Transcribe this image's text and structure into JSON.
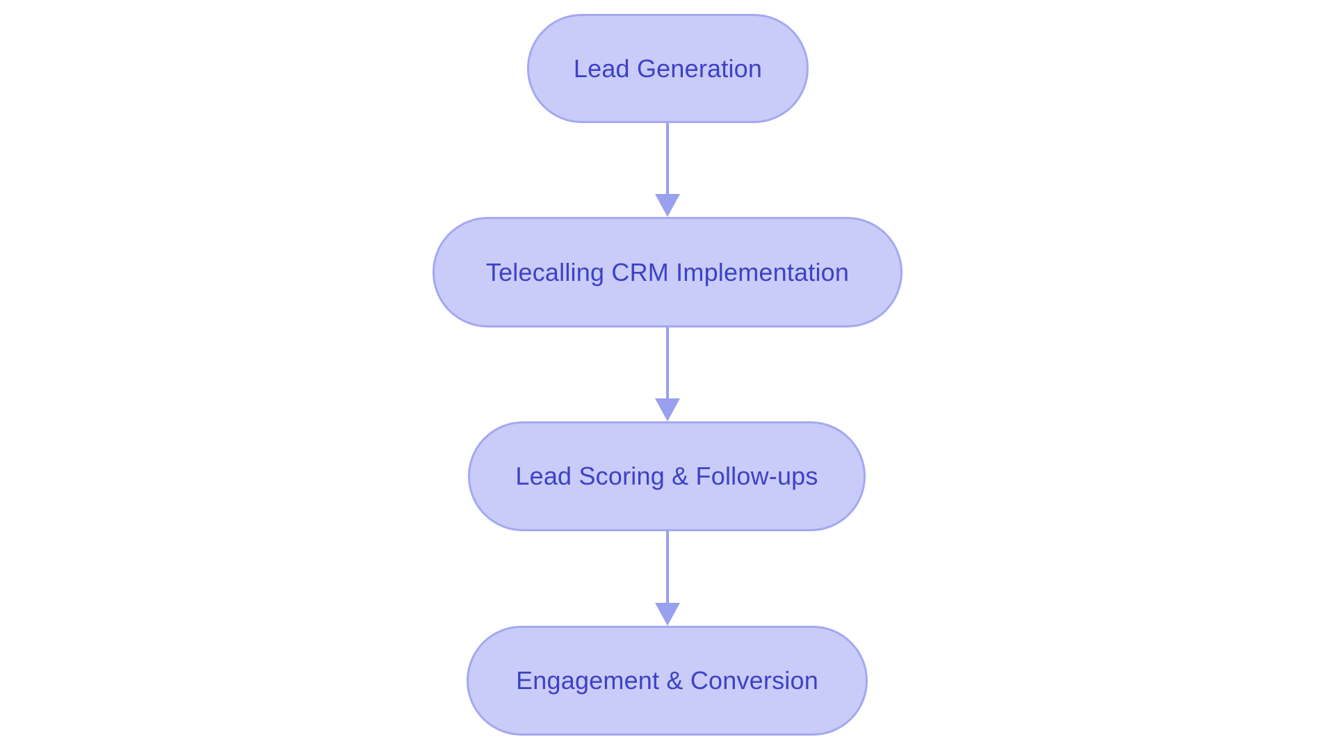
{
  "diagram": {
    "type": "flowchart",
    "direction": "top-down",
    "nodes": [
      {
        "id": "lead-generation",
        "label": "Lead Generation",
        "shape": "stadium"
      },
      {
        "id": "telecalling-crm-implementation",
        "label": "Telecalling CRM Implementation",
        "shape": "stadium"
      },
      {
        "id": "lead-scoring-follow-ups",
        "label": "Lead Scoring & Follow-ups",
        "shape": "stadium"
      },
      {
        "id": "engagement-conversion",
        "label": "Engagement & Conversion",
        "shape": "stadium"
      }
    ],
    "edges": [
      {
        "from": "lead-generation",
        "to": "telecalling-crm-implementation",
        "style": "arrow-down"
      },
      {
        "from": "telecalling-crm-implementation",
        "to": "lead-scoring-follow-ups",
        "style": "arrow-down"
      },
      {
        "from": "lead-scoring-follow-ups",
        "to": "engagement-conversion",
        "style": "arrow-down"
      }
    ],
    "colors": {
      "node_fill": "#c9ccf8",
      "node_border": "#a3a8f0",
      "node_text": "#3c42c5",
      "arrow": "#99a0ee",
      "background": "#ffffff"
    }
  }
}
